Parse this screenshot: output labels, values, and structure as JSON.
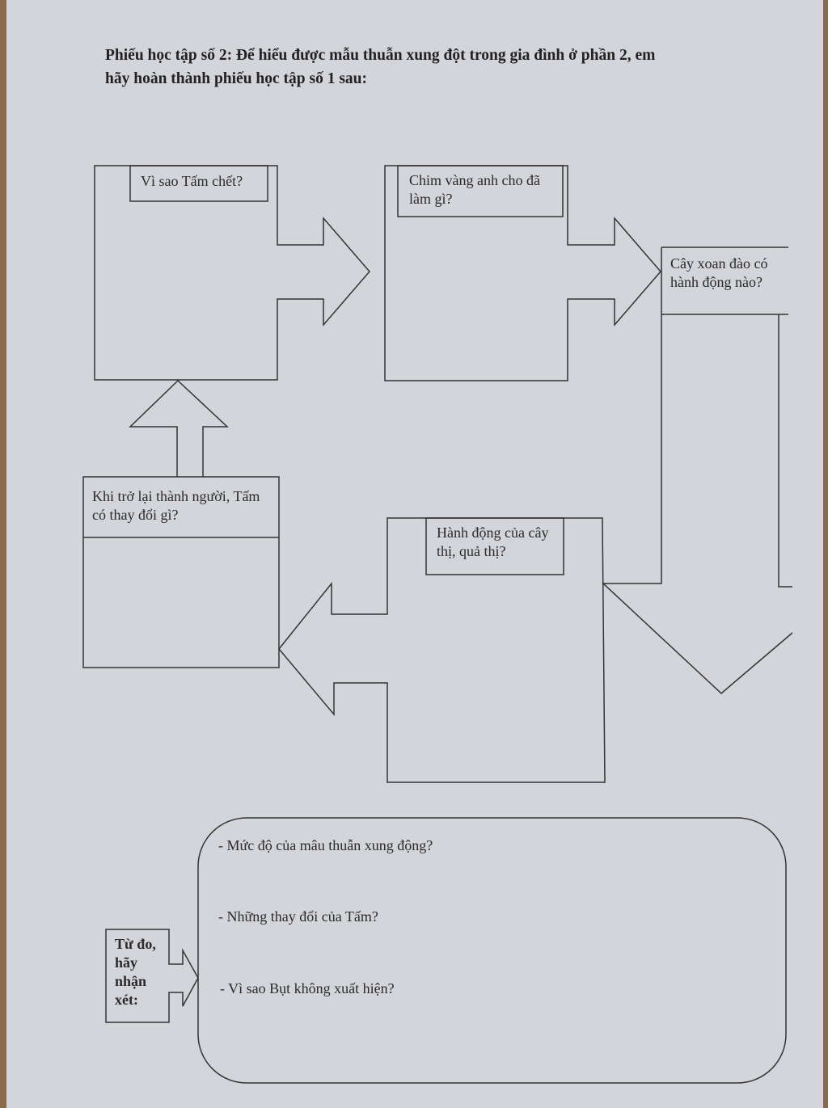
{
  "heading": {
    "line1": "Phiếu học tập số 2: Để hiểu được mẫu thuẫn xung đột trong gia đình ở phần 2, em",
    "line2": "hãy hoàn thành phiếu học tập số 1 sau:"
  },
  "boxes": {
    "box1": "Vì sao Tấm chết?",
    "box2": "Chim vàng anh cho đã làm gì?",
    "box3": "Cây xoan đào có hành động nào?",
    "box4": "Hành động của cây thị, quả thị?",
    "box5": "Khi trở lại thành người, Tấm có thay đổi gì?"
  },
  "conclusion": {
    "label": "Từ đo, hãy nhận xét:",
    "q1": "- Mức độ của mâu thuẫn xung động?",
    "q2": "- Những thay đổi của Tấm?",
    "q3": "- Vì sao Bụt không xuất hiện?"
  }
}
